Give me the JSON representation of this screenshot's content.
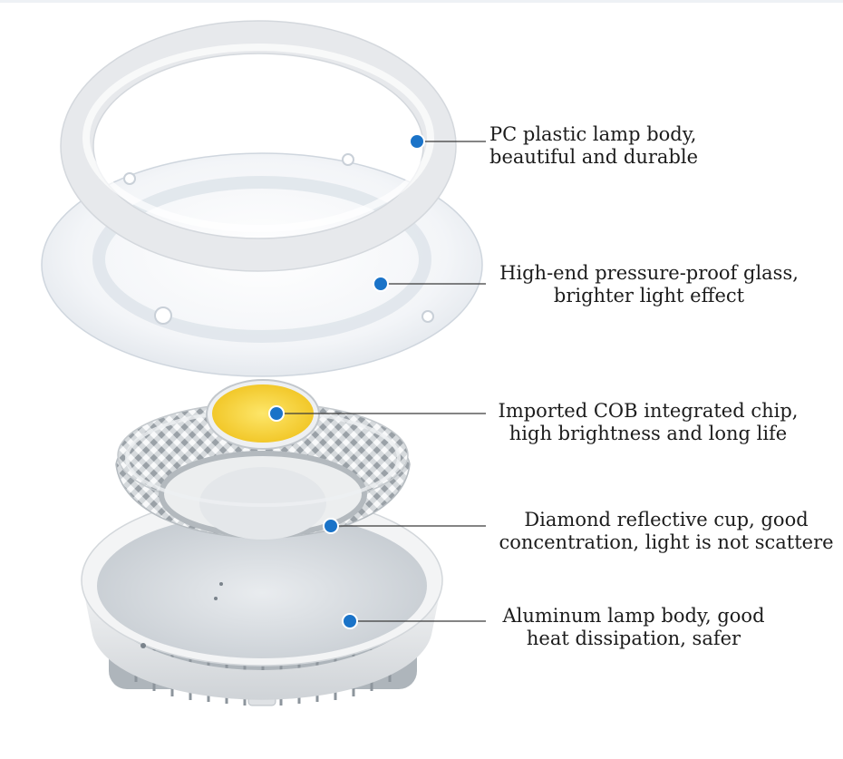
{
  "palette": {
    "dot": "#1a73c8",
    "chip": "#f6d23a",
    "line": "#3a3a3a",
    "plastic": "#f1f2f4"
  },
  "callouts": [
    {
      "icon": "pc-lamp-body-ring-icon",
      "line1": "PC plastic lamp body,",
      "line2": "beautiful and durable"
    },
    {
      "icon": "glass-panel-icon",
      "line1": "High-end pressure-proof glass,",
      "line2": "brighter light effect"
    },
    {
      "icon": "cob-chip-icon",
      "line1": "Imported COB integrated chip,",
      "line2": "high brightness and long life"
    },
    {
      "icon": "reflective-cup-icon",
      "line1": "Diamond reflective cup, good",
      "line2": "concentration, light is not scattere"
    },
    {
      "icon": "aluminum-body-icon",
      "line1": "Aluminum lamp body, good",
      "line2": "heat dissipation, safer"
    }
  ]
}
